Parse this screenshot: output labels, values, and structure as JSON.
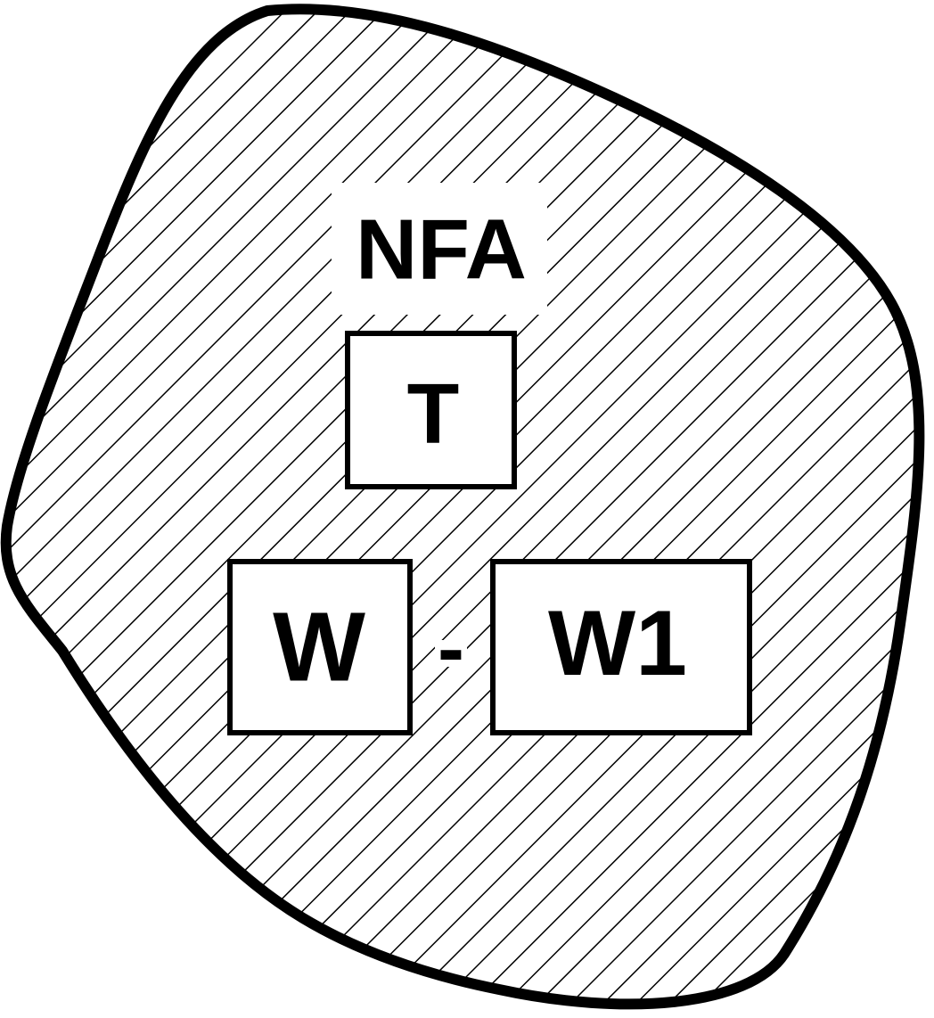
{
  "diagram": {
    "region_label": "NFA",
    "boxes": {
      "t": "T",
      "w": "W",
      "w1": "W1"
    },
    "operator": "-"
  },
  "colors": {
    "stroke": "#000000",
    "fill": "#ffffff",
    "hatch": "#000000"
  }
}
